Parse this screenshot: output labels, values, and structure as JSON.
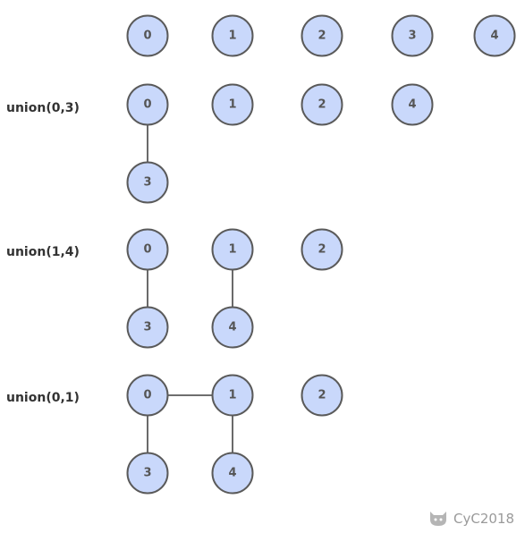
{
  "colors": {
    "node_fill": "#c9d8fb",
    "node_stroke": "#5a5a5a",
    "edge": "#5a5a5a",
    "label_text": "#333333",
    "watermark": "#9a9a9a"
  },
  "steps": [
    {
      "label": "",
      "nodes": [
        {
          "id": "0",
          "col": 0,
          "row": 0
        },
        {
          "id": "1",
          "col": 1,
          "row": 0
        },
        {
          "id": "2",
          "col": 2,
          "row": 0
        },
        {
          "id": "3",
          "col": 3,
          "row": 0
        },
        {
          "id": "4",
          "col": 4,
          "row": 0
        }
      ],
      "edges": []
    },
    {
      "label": "union(0,3)",
      "nodes": [
        {
          "id": "0",
          "col": 0,
          "row": 0
        },
        {
          "id": "1",
          "col": 1,
          "row": 0
        },
        {
          "id": "2",
          "col": 2,
          "row": 0
        },
        {
          "id": "4",
          "col": 3,
          "row": 0
        },
        {
          "id": "3",
          "col": 0,
          "row": 1
        }
      ],
      "edges": [
        [
          "0",
          "3"
        ]
      ]
    },
    {
      "label": "union(1,4)",
      "nodes": [
        {
          "id": "0",
          "col": 0,
          "row": 0
        },
        {
          "id": "1",
          "col": 1,
          "row": 0
        },
        {
          "id": "2",
          "col": 2,
          "row": 0
        },
        {
          "id": "3",
          "col": 0,
          "row": 1
        },
        {
          "id": "4",
          "col": 1,
          "row": 1
        }
      ],
      "edges": [
        [
          "0",
          "3"
        ],
        [
          "1",
          "4"
        ]
      ]
    },
    {
      "label": "union(0,1)",
      "nodes": [
        {
          "id": "0",
          "col": 0,
          "row": 0
        },
        {
          "id": "1",
          "col": 1,
          "row": 0
        },
        {
          "id": "2",
          "col": 2,
          "row": 0
        },
        {
          "id": "3",
          "col": 0,
          "row": 1
        },
        {
          "id": "4",
          "col": 1,
          "row": 1
        }
      ],
      "edges": [
        [
          "0",
          "3"
        ],
        [
          "1",
          "4"
        ],
        [
          "0",
          "1"
        ]
      ]
    }
  ],
  "watermark": {
    "icon": "github-octocat-icon",
    "text": "CyC2018"
  }
}
